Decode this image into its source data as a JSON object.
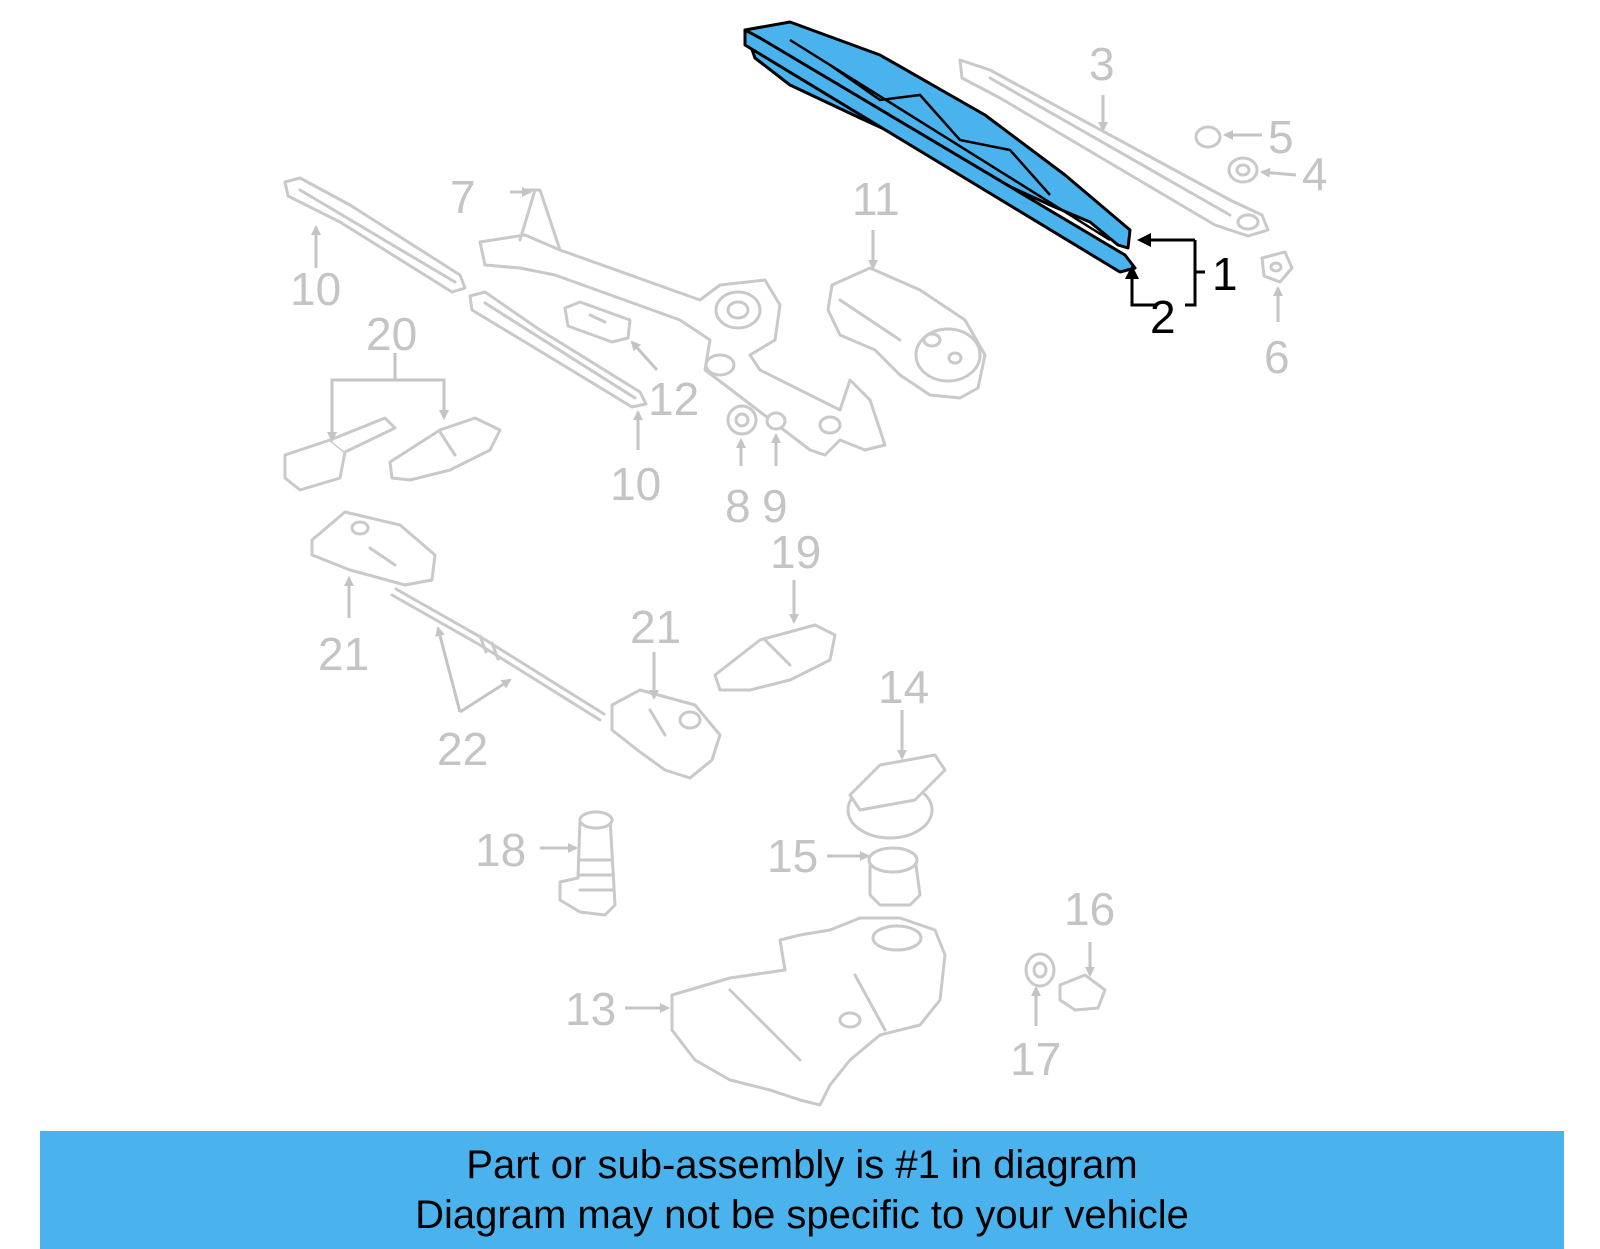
{
  "labels": {
    "n1": "1",
    "n2": "2",
    "n3": "3",
    "n4": "4",
    "n5": "5",
    "n6": "6",
    "n7": "7",
    "n8": "8",
    "n9": "9",
    "n10a": "10",
    "n10b": "10",
    "n11": "11",
    "n12": "12",
    "n13": "13",
    "n14": "14",
    "n15": "15",
    "n16": "16",
    "n17": "17",
    "n18": "18",
    "n19": "19",
    "n20": "20",
    "n21a": "21",
    "n21b": "21",
    "n22": "22"
  },
  "banner": {
    "line1": "Part or sub-assembly is #1 in diagram",
    "line2": "Diagram may not be specific to your vehicle"
  },
  "colors": {
    "highlight": "#4ab3ee",
    "banner": "#4ab3ee",
    "outline": "#c9c9c9"
  }
}
